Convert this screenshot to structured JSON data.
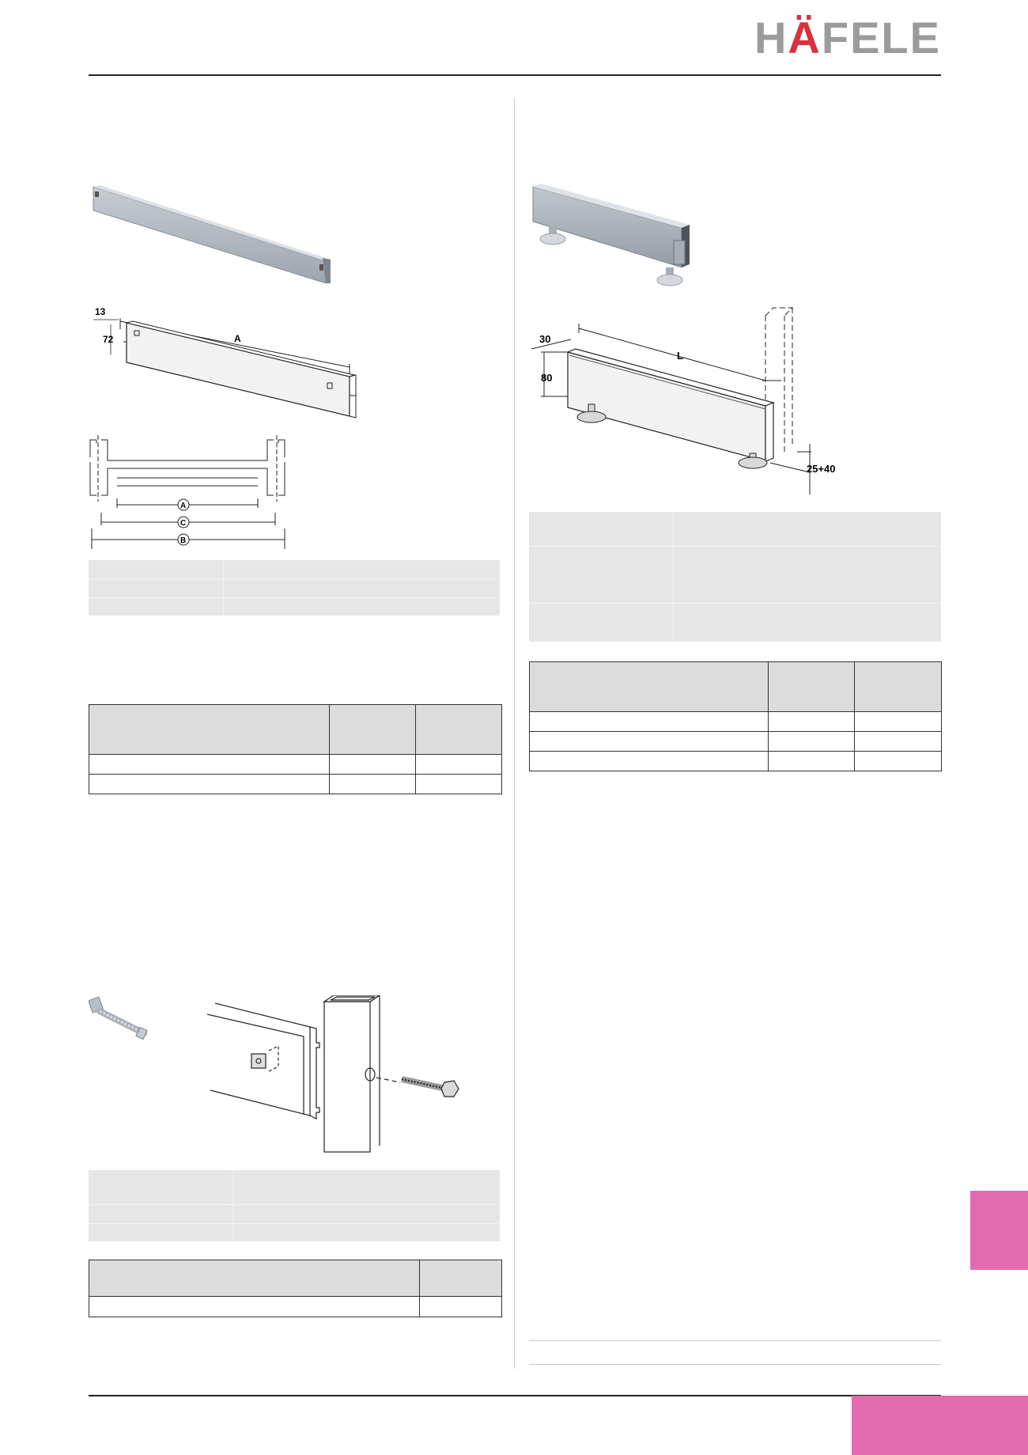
{
  "brand": {
    "name_start": "H",
    "name_accent": "Ä",
    "name_end": "FELE",
    "accent_color": "#d9303c",
    "grey_color": "#9b9b9b"
  },
  "tab_color": "#e46ab0",
  "left_column": {
    "drawing_1": {
      "dim_depth": "13",
      "dim_height": "72",
      "dim_length": "A"
    },
    "drawing_2": {
      "label_a": "A",
      "label_c": "C",
      "label_b": "B"
    }
  },
  "right_column": {
    "drawing_1": {
      "dim_depth": "30",
      "dim_height": "80",
      "dim_length": "L",
      "dim_leveller": "25+40"
    }
  }
}
